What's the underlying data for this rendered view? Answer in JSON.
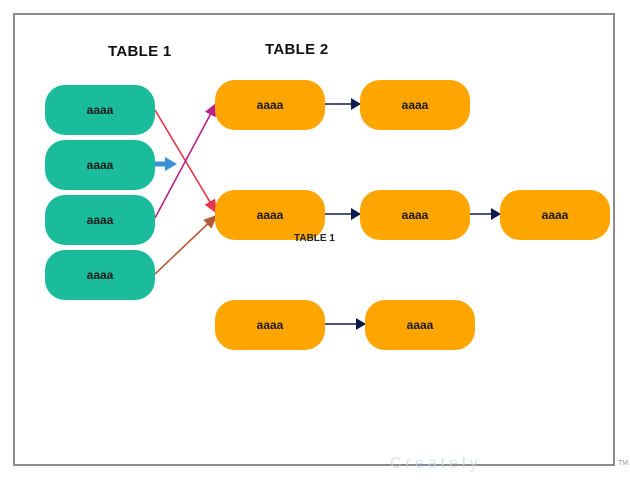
{
  "headers": {
    "table1": "TABLE 1",
    "table2": "TABLE 2"
  },
  "overlay_label": "TABLE 1",
  "table1": {
    "nodes": [
      "aaaa",
      "aaaa",
      "aaaa",
      "aaaa"
    ]
  },
  "table2": {
    "rows": [
      [
        "aaaa",
        "aaaa"
      ],
      [
        "aaaa",
        "aaaa",
        "aaaa"
      ],
      [
        "aaaa",
        "aaaa"
      ]
    ]
  },
  "colors": {
    "teal": "#1bbc9b",
    "orange": "#ffa500",
    "navy_arrow": "#0d1b4c",
    "blue_arrow": "#3a8fd6",
    "magenta": "#b8208a",
    "red": "#e8334a",
    "brown": "#b35a3a"
  },
  "watermark": {
    "text": "Creately",
    "tm": "TM"
  }
}
